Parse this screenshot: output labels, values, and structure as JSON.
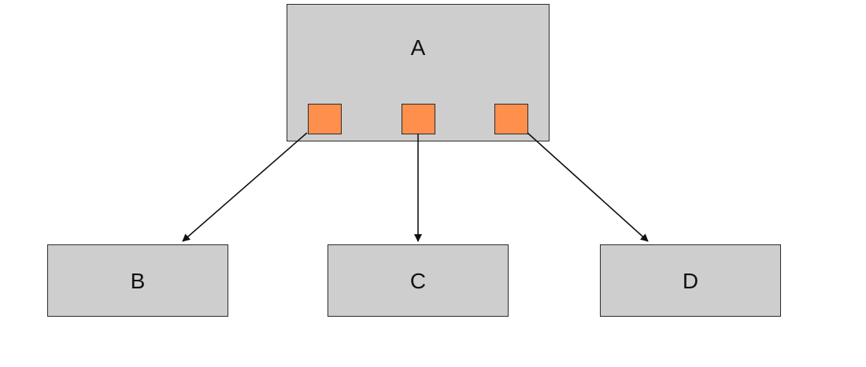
{
  "nodes": {
    "a": {
      "label": "A"
    },
    "b": {
      "label": "B"
    },
    "c": {
      "label": "C"
    },
    "d": {
      "label": "D"
    }
  },
  "edges": [
    {
      "from": "A",
      "to": "B"
    },
    {
      "from": "A",
      "to": "C"
    },
    {
      "from": "A",
      "to": "D"
    }
  ],
  "colors": {
    "box_fill": "#cecece",
    "port_fill": "#ff8f4d",
    "stroke": "#2b2b2b"
  }
}
